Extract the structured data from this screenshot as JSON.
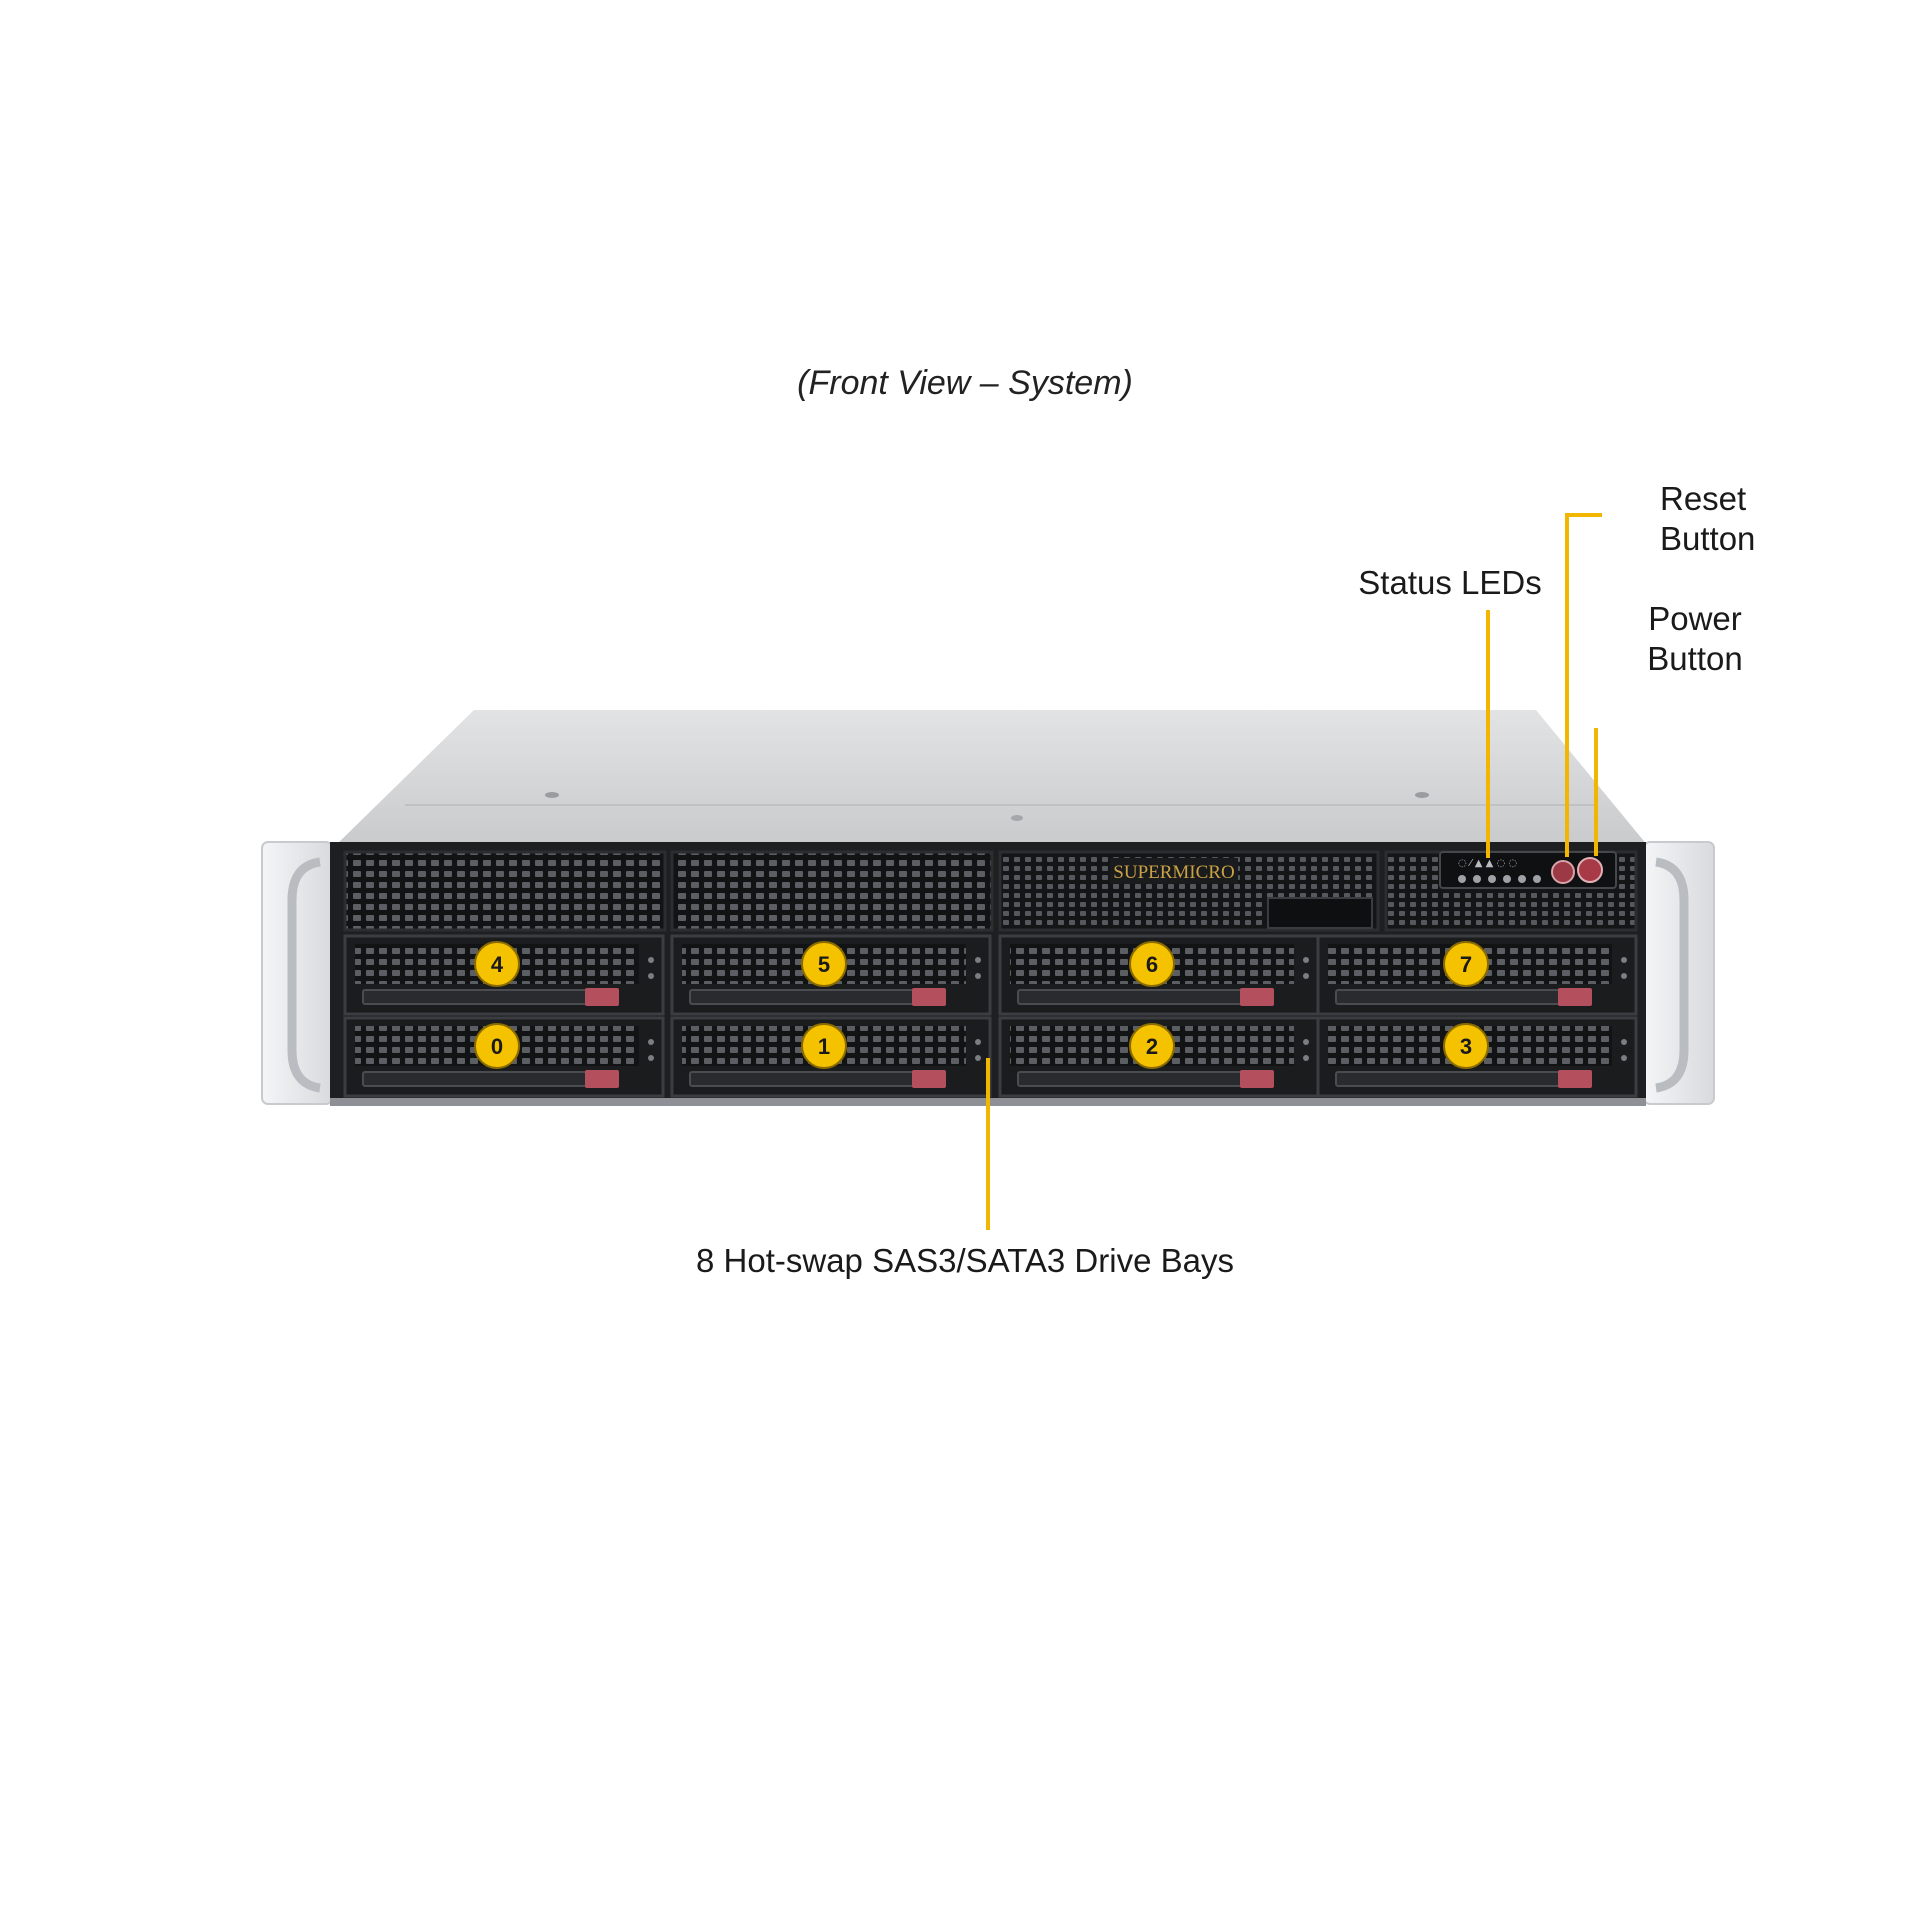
{
  "caption": "(Front View – System)",
  "callouts": {
    "reset": [
      "Reset",
      "Button"
    ],
    "status": "Status  LEDs",
    "power": [
      "Power",
      "Button"
    ],
    "bays": "8 Hot-swap  SAS3/SATA3 Drive Bays"
  },
  "brand": "SUPERMICRO",
  "drive_bays": {
    "top_row": [
      "4",
      "5",
      "6",
      "7"
    ],
    "bottom_row": [
      "0",
      "1",
      "2",
      "3"
    ]
  },
  "colors": {
    "callout_line": "#f2b600",
    "badge_fill": "#f5c200",
    "chassis_top": "#d9dadb",
    "bezel": "#1e1f21",
    "drive_latch": "#b4505e",
    "handle": "#e9ebee",
    "brand_gold": "#c9a246"
  }
}
